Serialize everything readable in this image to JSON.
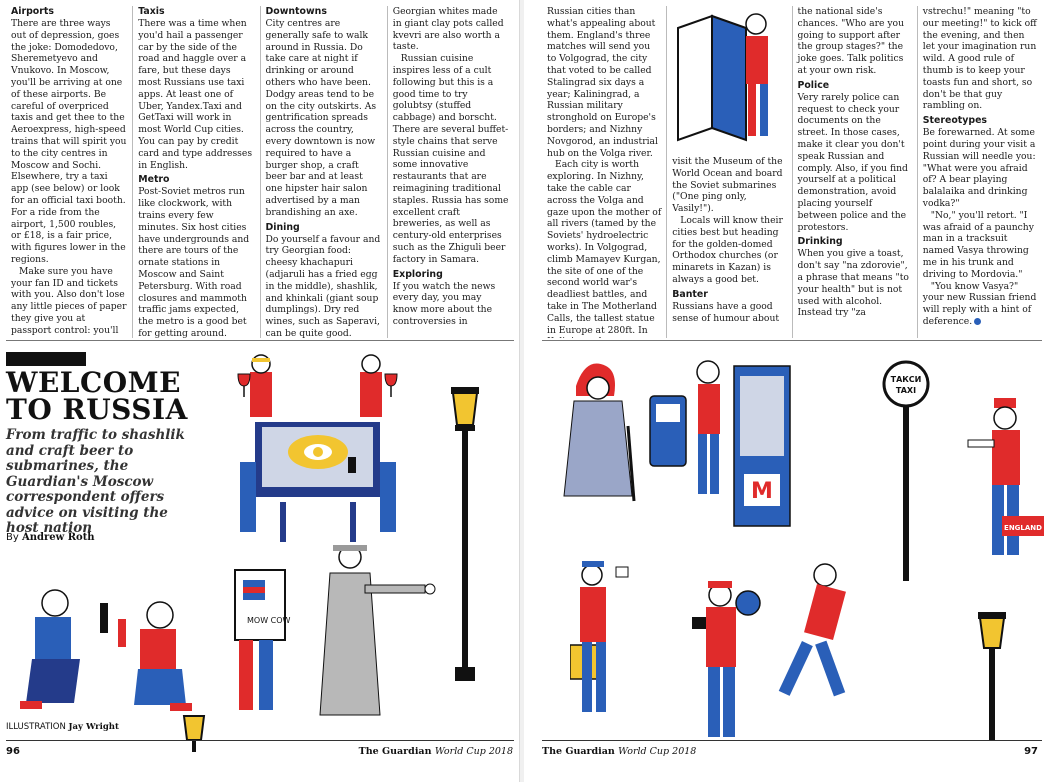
{
  "left_page": {
    "columns": [
      [
        {
          "h": "Airports"
        },
        {
          "p": "There are three ways out of depression, goes the joke: Domodedovo, Sheremetyevo and Vnukovo. In Moscow, you'll be arriving at one of these airports. Be careful of overpriced taxis and get thee to the Aeroexpress, high-speed trains that will spirit you to the city centres in Moscow and Sochi. Elsewhere, try a taxi app (see below) or look for an official taxi booth. For a ride from the airport, 1,500 roubles, or £18, is a fair price, with figures lower in the regions."
        },
        {
          "p": "Make sure you have your fan ID and tickets with you. Also don't lose any little pieces of paper they give you at passport control: you'll need them to get out!"
        }
      ],
      [
        {
          "h": "Taxis"
        },
        {
          "p": "There was a time when you'd hail a passenger car by the side of the road and haggle over a fare, but these days most Russians use taxi apps. At least one of Uber, Yandex.Taxi and GetTaxi will work in most World Cup cities. You can pay by credit card and type addresses in English."
        },
        {
          "h": "Metro"
        },
        {
          "p": "Post-Soviet metros run like clockwork, with trains every few minutes. Six host cities have undergrounds and there are tours of the ornate stations in Moscow and Saint Petersburg. With road closures and mammoth traffic jams expected, the metro is a good bet for getting around."
        }
      ],
      [
        {
          "h": "Downtowns"
        },
        {
          "p": "City centres are generally safe to walk around in Russia. Do take care at night if drinking or around others who have been. Dodgy areas tend to be on the city outskirts. As gentrification spreads across the country, every downtown is now required to have a burger shop, a craft beer bar and at least one hipster hair salon advertised by a man brandishing an axe."
        },
        {
          "h": "Dining"
        },
        {
          "p": "Do yourself a favour and try Georgian food: cheesy khachapuri (adjaruli has a fried egg in the middle), shashlik, and khinkali (giant soup dumplings). Dry red wines, such as Saperavi, can be quite good."
        }
      ],
      [
        {
          "p": "Georgian whites made in giant clay pots called kvevri are also worth a taste."
        },
        {
          "p": "Russian cuisine inspires less of a cult following but this is a good time to try golubtsy (stuffed cabbage) and borscht. There are several buffet-style chains that serve Russian cuisine and some innovative restaurants that are reimagining traditional staples. Russia has some excellent craft breweries, as well as century-old enterprises such as the Zhiguli beer factory in Samara."
        },
        {
          "h": "Exploring"
        },
        {
          "p": "If you watch the news every day, you may know more about the controversies in"
        }
      ]
    ],
    "headline": [
      "WELCOME",
      "TO RUSSIA"
    ],
    "standfirst": "From traffic to shashlik and craft beer to submarines, the Guardian's Moscow correspondent offers advice on visiting the host nation",
    "byline_prefix": "By",
    "byline_name": "Andrew Roth",
    "illustration_credit_label": "ILLUSTRATION",
    "illustration_credit_name": "Jay Wright",
    "page_number": "96",
    "masthead_bold": "The Guardian",
    "masthead_italic": "World Cup 2018"
  },
  "right_page": {
    "columns": [
      [
        {
          "p": "Russian cities than what's appealing about them. England's three matches will send you to Volgograd, the city that voted to be called Stalingrad six days a year; Kaliningrad, a Russian military stronghold on Europe's borders; and Nizhny Novgorod, an industrial hub on the Volga river."
        },
        {
          "p": "Each city is worth exploring. In Nizhny, take the cable car across the Volga and gaze upon the mother of all rivers (tamed by the Soviets' hydroelectric works). In Volgograd, climb Mamayev Kurgan, the site of one of the second world war's deadliest battles, and take in The Motherland Calls, the tallest statue in Europe at 280ft. In Kaliningrad,"
        }
      ],
      [
        {
          "p": "visit the Museum of the World Ocean and board the Soviet submarines (\"One ping only, Vasily!\")."
        },
        {
          "p": "Locals will know their cities best but heading for the golden-domed Orthodox churches (or minarets in Kazan) is always a good bet."
        },
        {
          "h": "Banter"
        },
        {
          "p": "Russians have a good sense of humour about"
        }
      ],
      [
        {
          "p": "the national side's chances. \"Who are you going to support after the group stages?\" the joke goes. Talk politics at your own risk."
        },
        {
          "h": "Police"
        },
        {
          "p": "Very rarely police can request to check your documents on the street. In those cases, make it clear you don't speak Russian and comply. Also, if you find yourself at a political demonstration, avoid placing yourself between police and the protestors."
        },
        {
          "h": "Drinking"
        },
        {
          "p": "When you give a toast, don't say \"na zdorovie\", a phrase that means \"to your health\" but is not used with alcohol. Instead try \"za"
        }
      ],
      [
        {
          "p": "vstrechu!\" meaning \"to our meeting!\" to kick off the evening, and then let your imagination run wild. A good rule of thumb is to keep your toasts fun and short, so don't be that guy rambling on."
        },
        {
          "h": "Stereotypes"
        },
        {
          "p": "Be forewarned. At some point during your visit a Russian will needle you: \"What were you afraid of? A bear playing balalaika and drinking vodka?\""
        },
        {
          "p": "\"No,\" you'll retort. \"I was afraid of a paunchy man in a tracksuit named Vasya throwing me in his trunk and driving to Mordovia.\""
        },
        {
          "p": "\"You know Vasya?\" your new Russian friend will reply with a hint of deference.",
          "end": true
        }
      ]
    ],
    "taxi_sign_line1": "ТАКСИ",
    "taxi_sign_line2": "TAXI",
    "metro_letter": "M",
    "england_flag": "ENGLAND",
    "map_text": "MOW COW",
    "page_number": "97",
    "masthead_bold": "The Guardian",
    "masthead_italic": "World Cup 2018"
  },
  "colors": {
    "red": "#e02b2b",
    "blue": "#2a5fb8",
    "navy": "#243b8a",
    "yellow": "#f2c530",
    "grey": "#9a9a9a",
    "ink": "#111111"
  },
  "icons": [
    "map-illustration",
    "taxi-sign",
    "metro-booth",
    "lamp-post",
    "hitchhiker",
    "tourist-camera",
    "matryoshka-grandmother"
  ]
}
